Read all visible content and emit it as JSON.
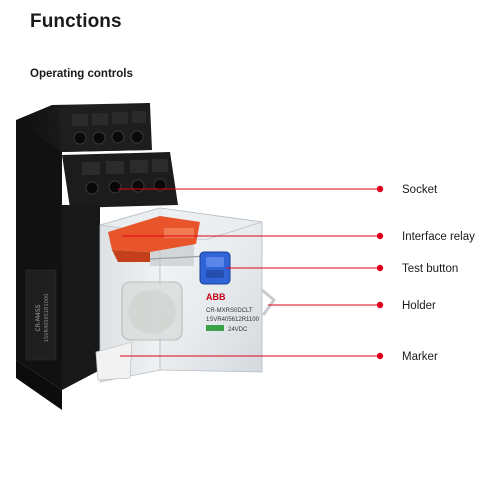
{
  "page": {
    "title": "Functions",
    "section": "Operating controls"
  },
  "colors": {
    "callout": "#e0001b",
    "base_dark": "#1b1b1b",
    "relay_orange": "#e8552a",
    "test_button_blue": "#2f63d6",
    "label_text": "#1a1a1a"
  },
  "product": {
    "brand_mark": "ABB",
    "model_line_1": "CR-MXRS0DCLT",
    "model_line_2": "1SVR405612R1100",
    "coil_voltage": "24VDC"
  },
  "callouts": [
    {
      "id": "socket",
      "label": "Socket"
    },
    {
      "id": "interface-relay",
      "label": "Interface relay"
    },
    {
      "id": "test-button",
      "label": "Test button"
    },
    {
      "id": "holder",
      "label": "Holder"
    },
    {
      "id": "marker",
      "label": "Marker"
    }
  ]
}
